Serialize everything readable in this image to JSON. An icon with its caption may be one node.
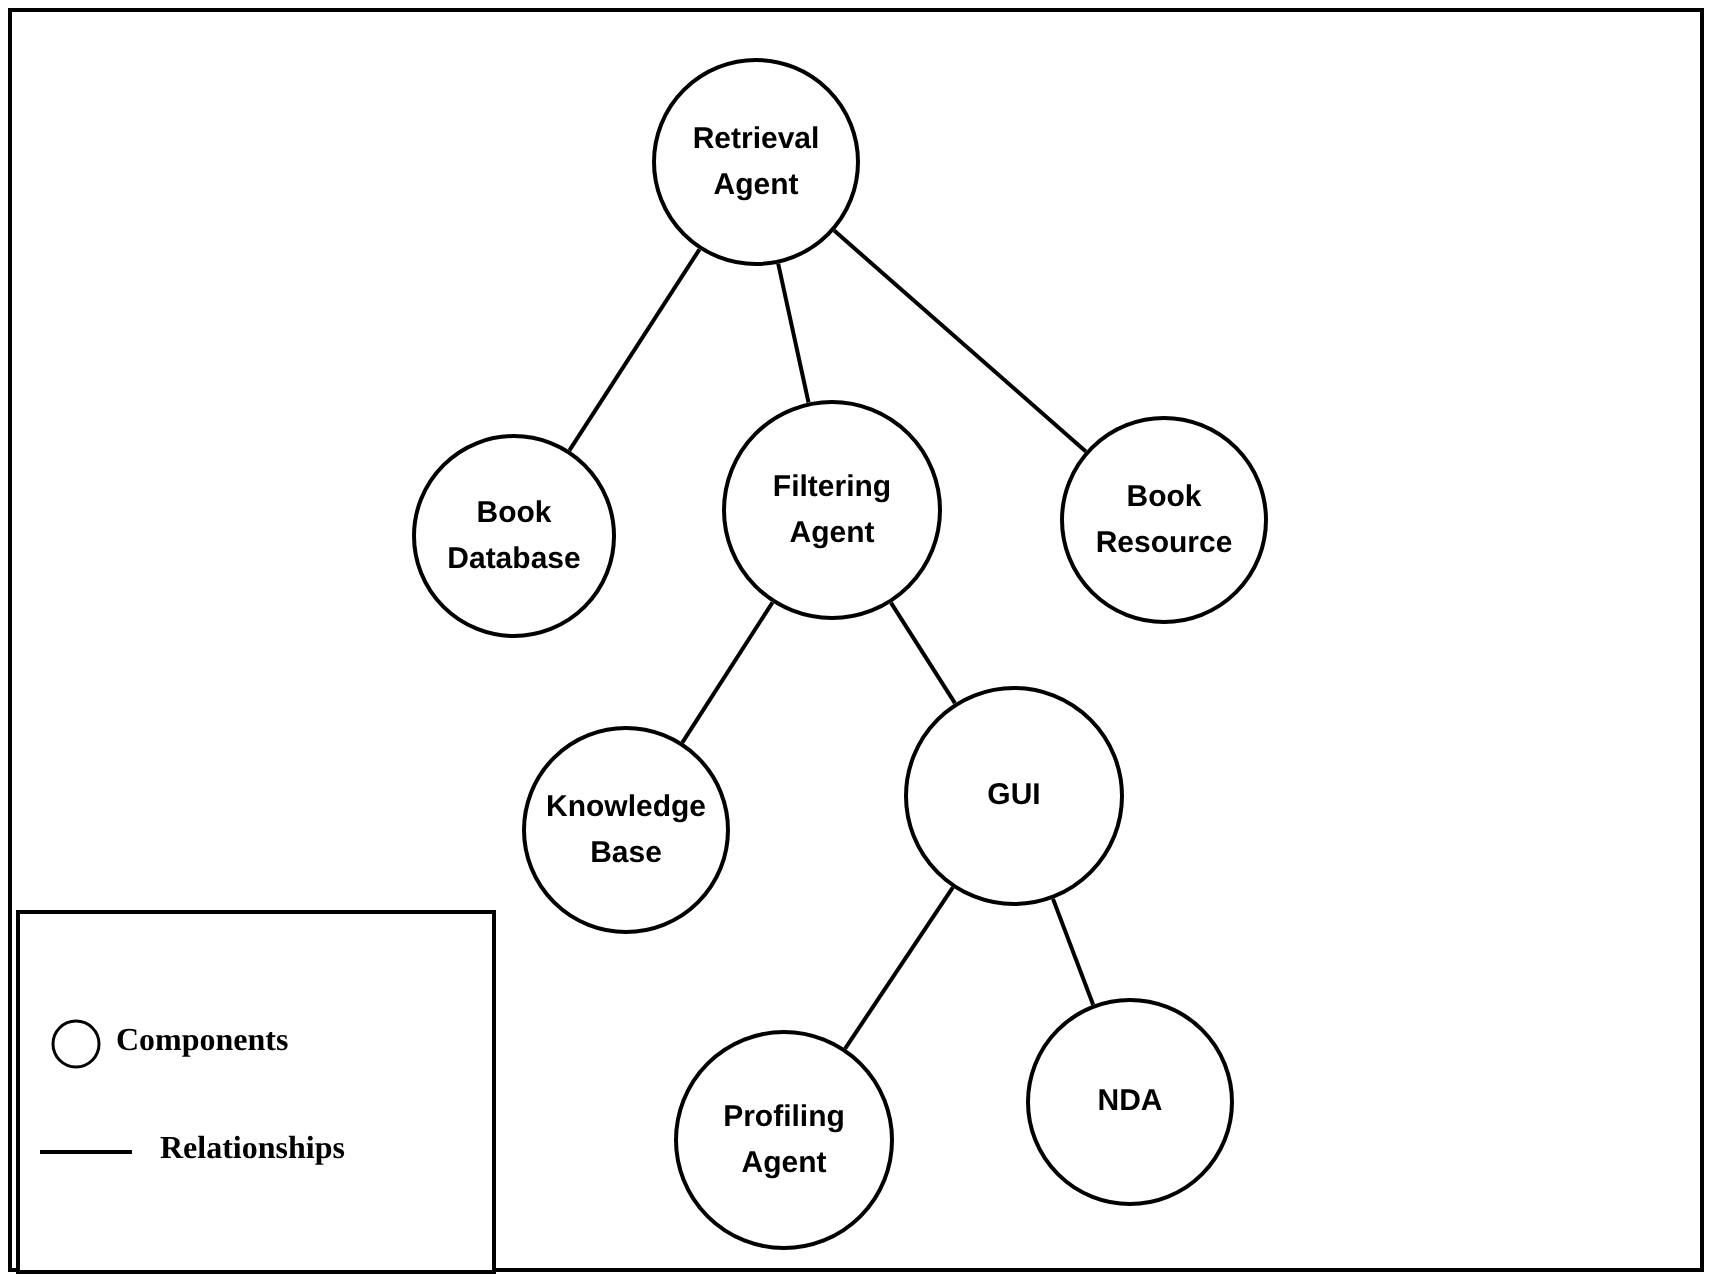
{
  "diagram": {
    "nodes": [
      {
        "text": [
          "Retrieval Agent"
        ]
      },
      {
        "text": [
          "Book Database"
        ]
      },
      {
        "text": [
          "Filtering Agent"
        ]
      },
      {
        "text": [
          "Book Resource"
        ]
      },
      {
        "text": [
          "Knowledge Base"
        ]
      },
      {
        "text": [
          "GUI"
        ]
      },
      {
        "text": [
          "Profiling Agent"
        ]
      },
      {
        "text": [
          "NDA"
        ]
      }
    ],
    "edges": [
      {
        "from": 0,
        "to": 1,
        "arrow": "none"
      },
      {
        "from": 0,
        "to": 2,
        "arrow": "none"
      },
      {
        "from": 0,
        "to": 3,
        "arrow": "none"
      },
      {
        "from": 2,
        "to": 4,
        "arrow": "none"
      },
      {
        "from": 2,
        "to": 5,
        "arrow": "none"
      },
      {
        "from": 5,
        "to": 6,
        "arrow": "none"
      },
      {
        "from": 5,
        "to": 7,
        "arrow": "none"
      }
    ],
    "legend": [
      {
        "text": "Components"
      },
      {
        "text": "Relationships"
      }
    ]
  }
}
